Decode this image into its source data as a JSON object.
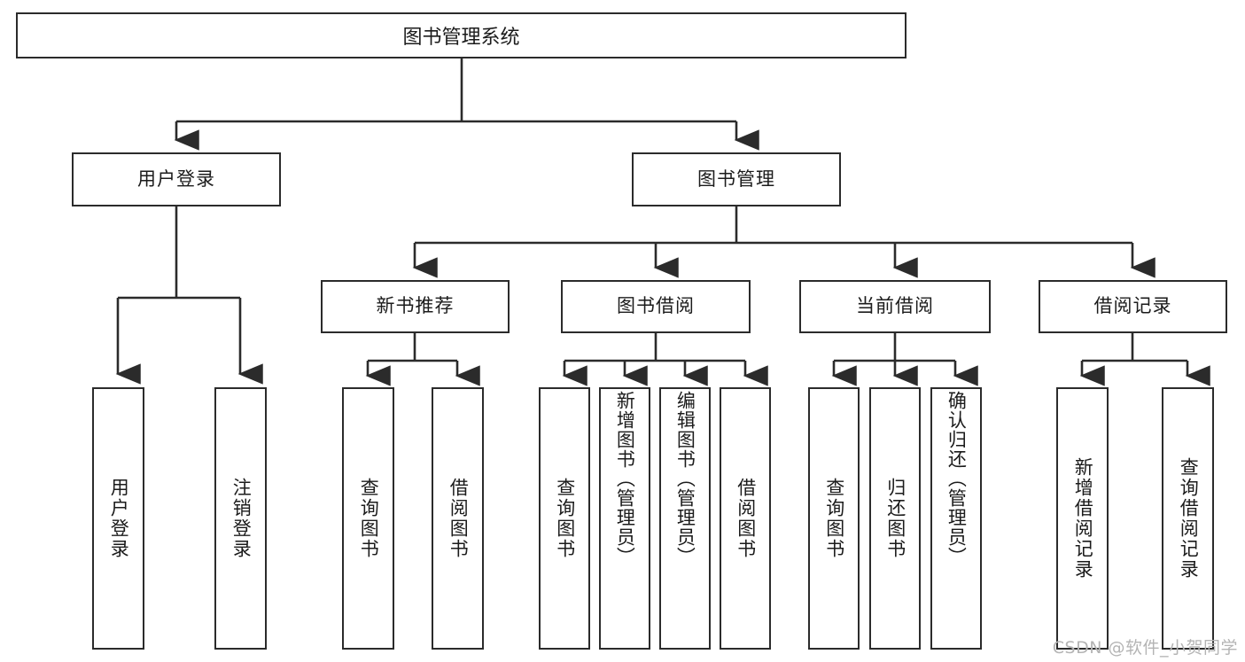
{
  "diagram": {
    "title": "图书管理系统",
    "type": "tree-hierarchy-diagram",
    "root": {
      "label": "图书管理系统"
    },
    "level1": [
      {
        "label": "用户登录"
      },
      {
        "label": "图书管理"
      }
    ],
    "level2": [
      {
        "label": "新书推荐"
      },
      {
        "label": "图书借阅"
      },
      {
        "label": "当前借阅"
      },
      {
        "label": "借阅记录"
      }
    ],
    "leaves": {
      "user_login": [
        {
          "label": "用户登录"
        },
        {
          "label": "注销登录"
        }
      ],
      "new_book_recommend": [
        {
          "label": "查询图书"
        },
        {
          "label": "借阅图书"
        }
      ],
      "book_borrow": [
        {
          "label": "查询图书"
        },
        {
          "label": "新增图书（管理员）"
        },
        {
          "label": "编辑图书（管理员）"
        },
        {
          "label": "借阅图书"
        }
      ],
      "current_borrow": [
        {
          "label": "查询图书"
        },
        {
          "label": "归还图书"
        },
        {
          "label": "确认归还（管理员）"
        }
      ],
      "borrow_record": [
        {
          "label": "新增借阅记录"
        },
        {
          "label": "查询借阅记录"
        }
      ]
    }
  },
  "watermark": {
    "text": "CSDN @软件_小贺同学"
  },
  "colors": {
    "stroke": "#2b2b2b",
    "text": "#1b1b1b",
    "background": "#ffffff",
    "watermark": "#b4b4b4"
  }
}
